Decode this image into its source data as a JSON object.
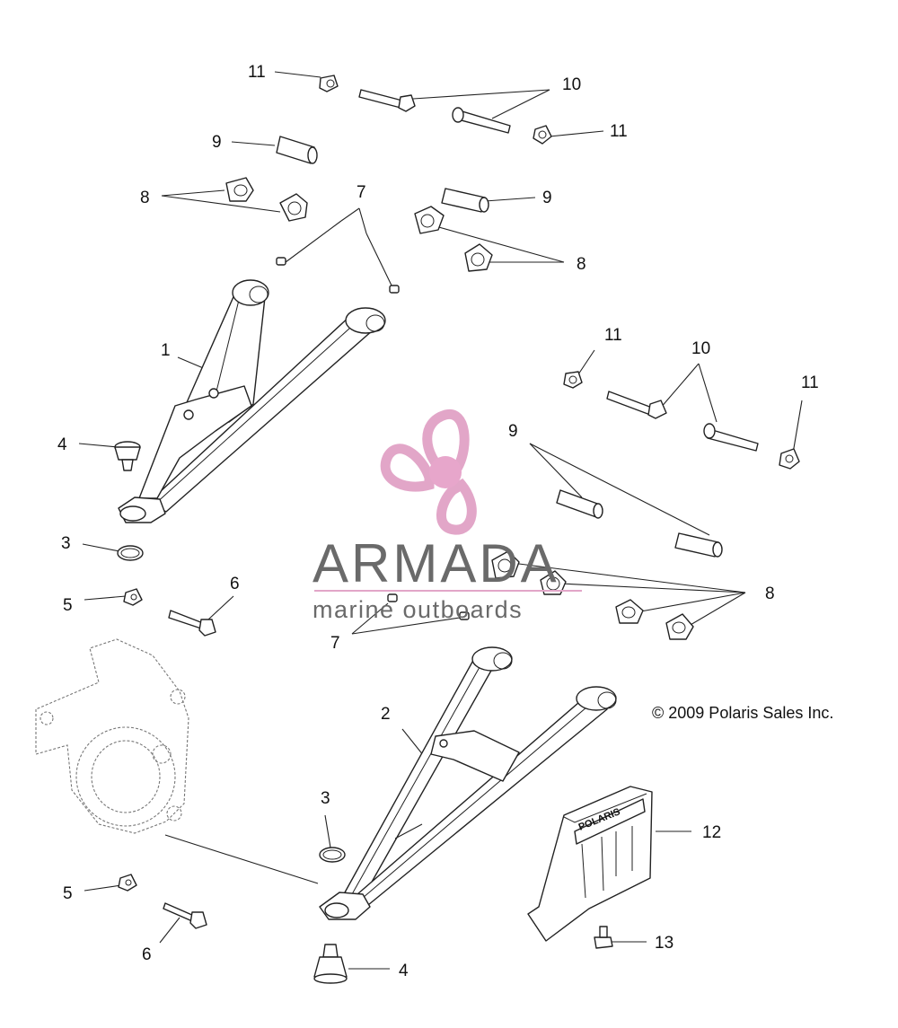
{
  "callouts": [
    {
      "id": "c-11a",
      "text": "11"
    },
    {
      "id": "c-10a",
      "text": "10"
    },
    {
      "id": "c-11b",
      "text": "11"
    },
    {
      "id": "c-9a",
      "text": "9"
    },
    {
      "id": "c-8a",
      "text": "8"
    },
    {
      "id": "c-7a",
      "text": "7"
    },
    {
      "id": "c-9b",
      "text": "9"
    },
    {
      "id": "c-8b",
      "text": "8"
    },
    {
      "id": "c-1",
      "text": "1"
    },
    {
      "id": "c-11c",
      "text": "11"
    },
    {
      "id": "c-10b",
      "text": "10"
    },
    {
      "id": "c-11d",
      "text": "11"
    },
    {
      "id": "c-4a",
      "text": "4"
    },
    {
      "id": "c-9c",
      "text": "9"
    },
    {
      "id": "c-3a",
      "text": "3"
    },
    {
      "id": "c-6a",
      "text": "6"
    },
    {
      "id": "c-5a",
      "text": "5"
    },
    {
      "id": "c-8c",
      "text": "8"
    },
    {
      "id": "c-7b",
      "text": "7"
    },
    {
      "id": "c-2",
      "text": "2"
    },
    {
      "id": "c-3b",
      "text": "3"
    },
    {
      "id": "c-12",
      "text": "12"
    },
    {
      "id": "c-5b",
      "text": "5"
    },
    {
      "id": "c-6b",
      "text": "6"
    },
    {
      "id": "c-13",
      "text": "13"
    },
    {
      "id": "c-4b",
      "text": "4"
    }
  ],
  "copyright": "© 2009 Polaris Sales Inc.",
  "skid_plate_logo": "POLARIS",
  "watermark": {
    "title": "ARMADA",
    "subtitle": "marine outboards",
    "logo_color": "#e2a6c8",
    "logo_center_color": "#e7a6cb",
    "text_color": "#6a6a6a"
  }
}
